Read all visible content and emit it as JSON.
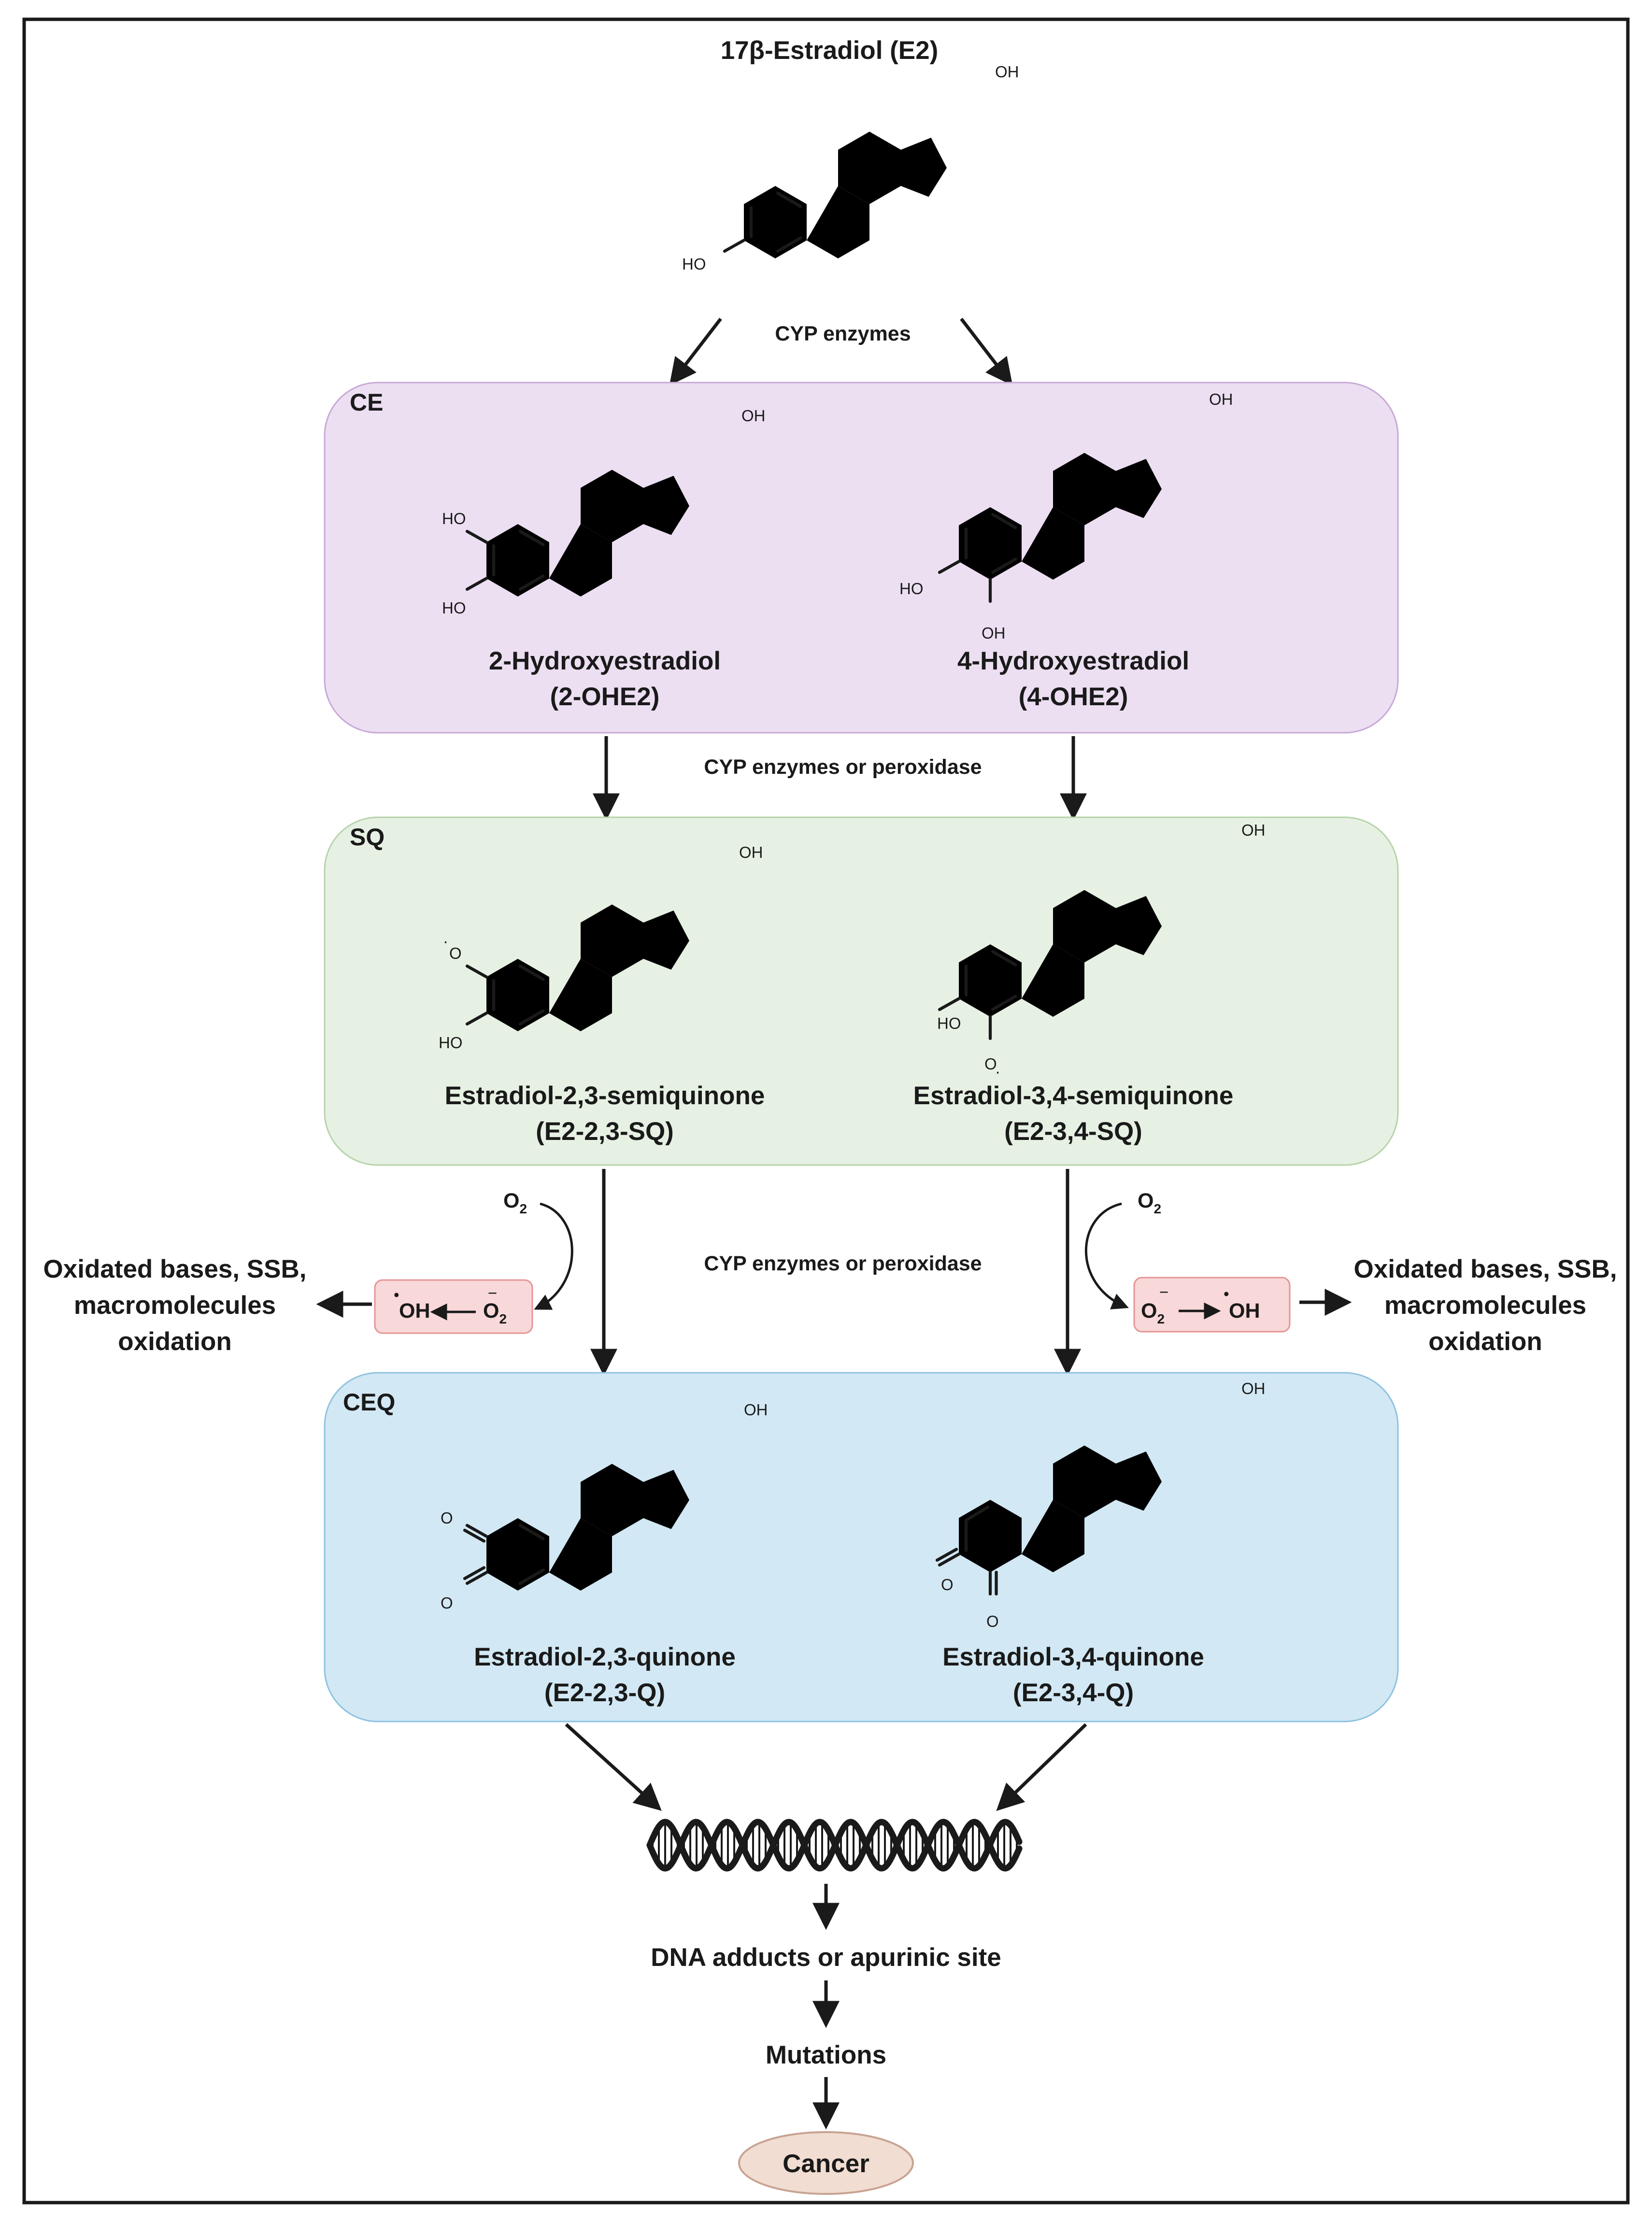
{
  "colors": {
    "ce_box": "#ecdff2",
    "ce_border": "#c8a8d6",
    "sq_box": "#e6f1e3",
    "sq_border": "#b6d3ab",
    "ceq_box": "#d2e8f4",
    "ceq_border": "#8fc2e0",
    "ros_box": "#f8d8d8",
    "ros_border": "#e49494",
    "cancer_fill": "#f1ddd1",
    "cancer_border": "#c8a392"
  },
  "top": {
    "title": "17β-Estradiol (E2)",
    "oh_top": "OH",
    "oh_left": "HO"
  },
  "enzymes": {
    "step1": "CYP enzymes",
    "step2": "CYP enzymes or peroxidase",
    "step3": "CYP enzymes or peroxidase"
  },
  "ce": {
    "label": "CE",
    "left": {
      "name": "2-Hydroxyestradiol",
      "abbr": "(2-OHE2)",
      "oh_top": "OH",
      "sub1": "HO",
      "sub2": "HO"
    },
    "right": {
      "name": "4-Hydroxyestradiol",
      "abbr": "(4-OHE2)",
      "oh_top": "OH",
      "sub1": "HO",
      "sub2": "OH"
    }
  },
  "sq": {
    "label": "SQ",
    "left": {
      "name": "Estradiol-2,3-semiquinone",
      "abbr": "(E2-2,3-SQ)",
      "oh_top": "OH",
      "sub1": "O",
      "sub2": "HO",
      "radical": "·"
    },
    "right": {
      "name": "Estradiol-3,4-semiquinone",
      "abbr": "(E2-3,4-SQ)",
      "oh_top": "OH",
      "sub1": "HO",
      "sub2": "O",
      "radical": "·"
    }
  },
  "ceq": {
    "label": "CEQ",
    "left": {
      "name": "Estradiol-2,3-quinone",
      "abbr": "(E2-2,3-Q)",
      "oh_top": "OH",
      "sub1": "O",
      "sub2": "O"
    },
    "right": {
      "name": "Estradiol-3,4-quinone",
      "abbr": "(E2-3,4-Q)",
      "oh_top": "OH",
      "sub1": "O",
      "sub2": "O"
    }
  },
  "redox": {
    "o2": "O",
    "o2_sub": "2",
    "hydroxyl": "OH",
    "superoxide_o": "O",
    "superoxide_sub": "2",
    "superoxide_sup": "−",
    "radical_dot": "•",
    "damage_lines": [
      "Oxidated bases, SSB,",
      "macromolecules",
      "oxidation"
    ]
  },
  "outcomes": {
    "dna_adducts": "DNA adducts or apurinic site",
    "mutations": "Mutations",
    "cancer": "Cancer"
  }
}
